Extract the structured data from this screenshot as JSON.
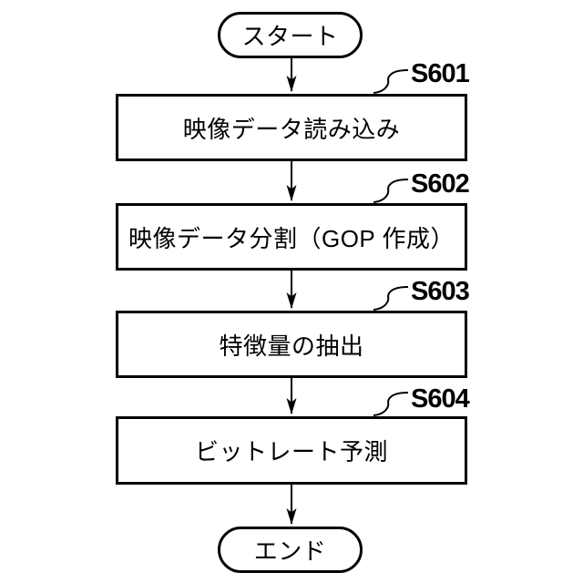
{
  "figure": {
    "type": "flowchart",
    "start_label": "スタート",
    "end_label": "エンド",
    "steps": [
      {
        "id": "S601",
        "label": "映像データ読み込み"
      },
      {
        "id": "S602",
        "label": "映像データ分割（GOP 作成）"
      },
      {
        "id": "S603",
        "label": "特徴量の抽出"
      },
      {
        "id": "S604",
        "label": "ビットレート予測"
      }
    ],
    "colors": {
      "line": "#000000",
      "background": "#ffffff"
    }
  }
}
